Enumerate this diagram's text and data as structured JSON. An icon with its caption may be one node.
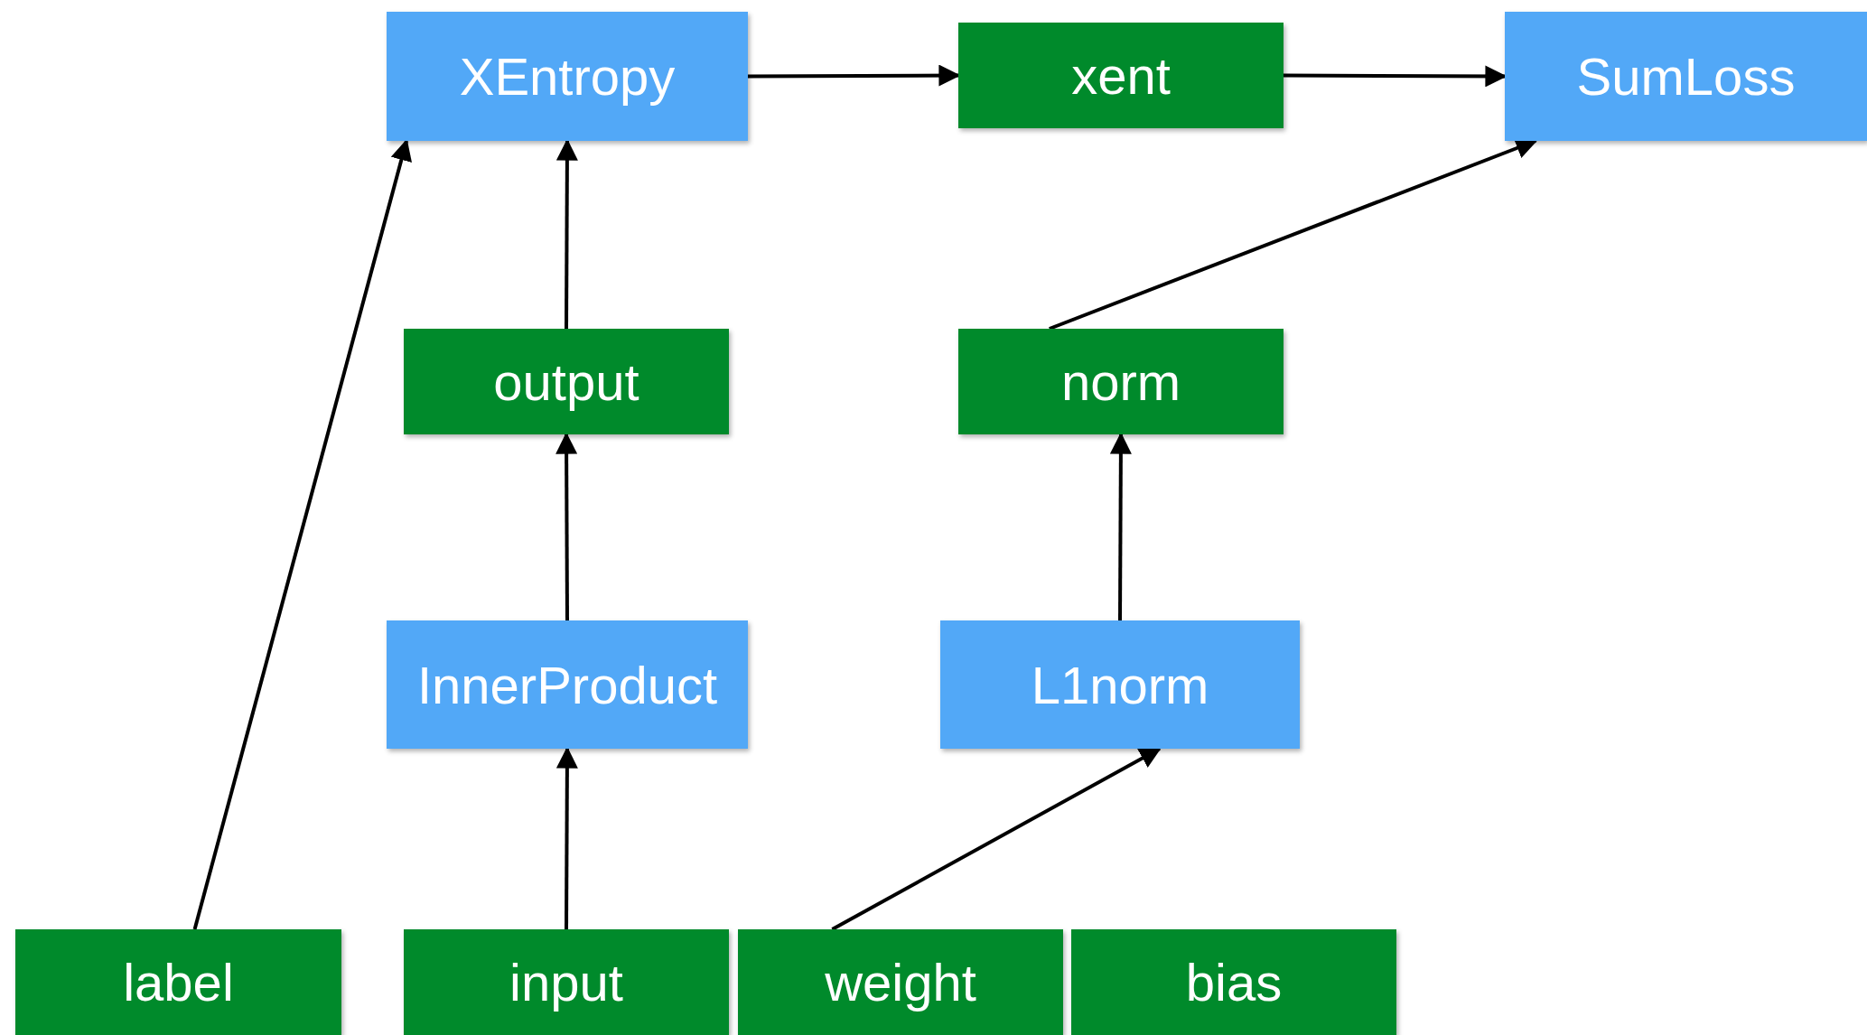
{
  "diagram": {
    "nodes": [
      {
        "text": [
          "XEntropy"
        ]
      },
      {
        "text": [
          "xent"
        ]
      },
      {
        "text": [
          "SumLoss"
        ]
      },
      {
        "text": [
          "output"
        ]
      },
      {
        "text": [
          "norm"
        ]
      },
      {
        "text": [
          "InnerProduct"
        ]
      },
      {
        "text": [
          "L1norm"
        ]
      },
      {
        "text": [
          "label"
        ]
      },
      {
        "text": [
          "input"
        ]
      },
      {
        "text": [
          "weight"
        ]
      },
      {
        "text": [
          "bias"
        ]
      }
    ],
    "edges": [
      {
        "from": 0,
        "to": 1,
        "arrow": "to"
      },
      {
        "from": 1,
        "to": 2,
        "arrow": "to"
      },
      {
        "from": 3,
        "to": 0,
        "arrow": "to"
      },
      {
        "from": 5,
        "to": 3,
        "arrow": "to"
      },
      {
        "from": 8,
        "to": 5,
        "arrow": "to"
      },
      {
        "from": 7,
        "to": 0,
        "arrow": "to"
      },
      {
        "from": 9,
        "to": 6,
        "arrow": "to"
      },
      {
        "from": 6,
        "to": 4,
        "arrow": "to"
      },
      {
        "from": 4,
        "to": 2,
        "arrow": "to"
      }
    ]
  }
}
